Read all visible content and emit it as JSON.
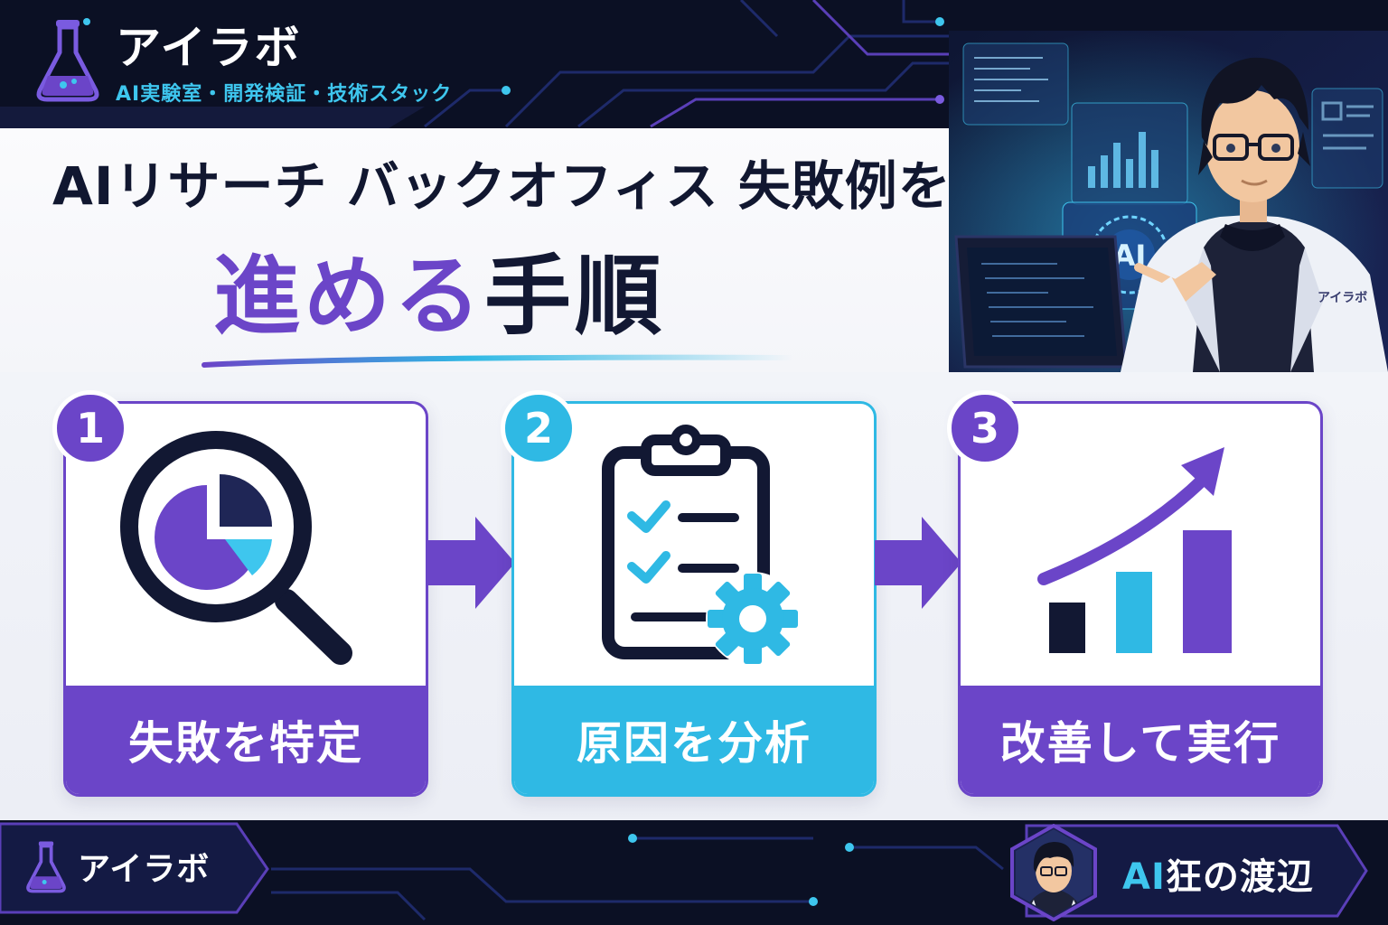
{
  "header": {
    "brand_name": "アイラボ",
    "tagline": "AI実験室・開発検証・技術スタック",
    "logo_icon": "flask-icon"
  },
  "title": {
    "line1": "AIリサーチ バックオフィス 失敗例を",
    "line2_highlight": "進める",
    "line2_rest": "手順"
  },
  "hero": {
    "panel_text": "AI",
    "coat_text": "アイラボ"
  },
  "steps": [
    {
      "number": "1",
      "label": "失敗を特定",
      "icon": "magnifier-pie-chart-icon",
      "color": "#6b45c8"
    },
    {
      "number": "2",
      "label": "原因を分析",
      "icon": "clipboard-checklist-gear-icon",
      "color": "#2fb9e4"
    },
    {
      "number": "3",
      "label": "改善して実行",
      "icon": "growth-bar-chart-icon",
      "color": "#6b45c8"
    }
  ],
  "footer": {
    "brand_name": "アイラボ",
    "author_prefix": "AI",
    "author_rest": "狂の渡辺"
  },
  "colors": {
    "purple": "#6b45c8",
    "cyan": "#2fb9e4",
    "navy": "#0b1024",
    "ink": "#121833"
  }
}
